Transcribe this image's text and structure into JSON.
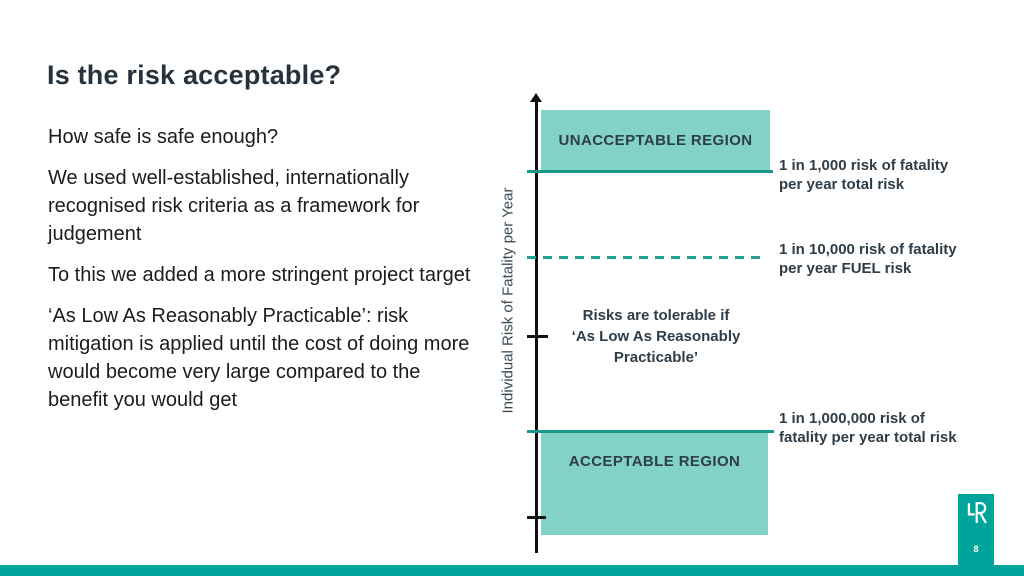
{
  "slide": {
    "title": "Is the risk acceptable?",
    "page_number": "8"
  },
  "body": {
    "paragraphs": [
      "How safe is safe enough?",
      "We used well-established, internationally recognised risk criteria as a framework for judgement",
      "To this we added a more stringent project target",
      "‘As Low As Reasonably Practicable’: risk mitigation is applied until the cost of doing more would become very large compared to the benefit you would get"
    ]
  },
  "diagram": {
    "axis_label": "Individual Risk of Fatality per Year",
    "unacceptable_region_label": "UNACCEPTABLE REGION",
    "acceptable_region_label": "ACCEPTABLE REGION",
    "alarp_note_lines": {
      "line1": "Risks are tolerable if",
      "line2": "‘As Low As Reasonably",
      "line3": "Practicable’"
    },
    "annotations": [
      {
        "line1": "1 in 1,000 risk of fatality",
        "line2": "per year total risk",
        "line_style": "solid"
      },
      {
        "line1": "1 in 10,000 risk of fatality",
        "line2": "per year FUEL risk",
        "line_style": "dashed"
      },
      {
        "line1": "1 in 1,000,000 risk of",
        "line2": "fatality per year total risk",
        "line_style": "solid"
      }
    ]
  },
  "colors": {
    "region_fill": "#82d2c8",
    "region_boundary_line": "#17988a",
    "dashed_fuel_line": "#2a9d8f",
    "footer_teal": "#00a49a",
    "title_text": "#26323c",
    "diagram_text": "#2e3d47"
  }
}
